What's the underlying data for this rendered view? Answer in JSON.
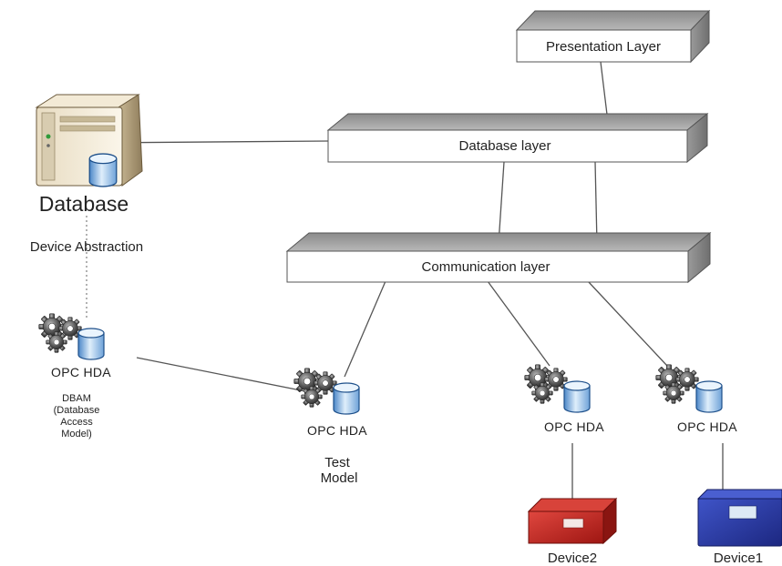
{
  "diagram": {
    "layers": {
      "presentation": "Presentation Layer",
      "database": "Database layer",
      "communication": "Communication layer"
    },
    "database_server": {
      "title": "Database",
      "abstraction_label": "Device Abstraction"
    },
    "opc_nodes": [
      {
        "label": "OPC  HDA",
        "caption_lines": [
          "DBAM",
          "(Database",
          "Access",
          "Model)"
        ]
      },
      {
        "label": "OPC  HDA",
        "caption_lines": [
          "Test",
          "Model"
        ]
      },
      {
        "label": "OPC  HDA",
        "caption_lines": []
      },
      {
        "label": "OPC  HDA",
        "caption_lines": []
      }
    ],
    "devices": [
      {
        "label": "Device2",
        "color": "#c8231f"
      },
      {
        "label": "Device1",
        "color": "#2b3aa8"
      }
    ]
  }
}
